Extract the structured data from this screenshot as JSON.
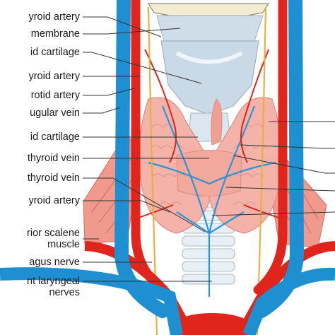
{
  "labels": [
    {
      "id": "superior-thyroid-artery",
      "text": "yroid artery"
    },
    {
      "id": "thyrohyoid-membrane",
      "text": "membrane"
    },
    {
      "id": "thyroid-cartilage",
      "text": "id cartilage"
    },
    {
      "id": "inferior-thyroid-artery-upper",
      "text": "yroid artery"
    },
    {
      "id": "common-carotid-artery",
      "text": "rotid artery"
    },
    {
      "id": "internal-jugular-vein",
      "text": "ugular vein"
    },
    {
      "id": "cricoid-cartilage",
      "text": "id cartilage"
    },
    {
      "id": "middle-thyroid-vein",
      "text": "thyroid vein"
    },
    {
      "id": "inferior-thyroid-vein",
      "text": "thyroid vein"
    },
    {
      "id": "inferior-thyroid-artery-lower",
      "text": "yroid artery"
    },
    {
      "id": "anterior-scalene-muscle",
      "text": "rior scalene\nmuscle"
    },
    {
      "id": "vagus-nerve",
      "text": "agus nerve"
    },
    {
      "id": "recurrent-laryngeal-nerves",
      "text": "nt laryngeal\nnerves"
    }
  ],
  "colors": {
    "artery": "#e0261c",
    "vein": "#1e8fd0",
    "thyroid": "#f2aaa0",
    "cartilage": "#d8e4ee",
    "muscle": "#e88a7c",
    "nerve": "#e8b040",
    "leader": "#333333"
  }
}
